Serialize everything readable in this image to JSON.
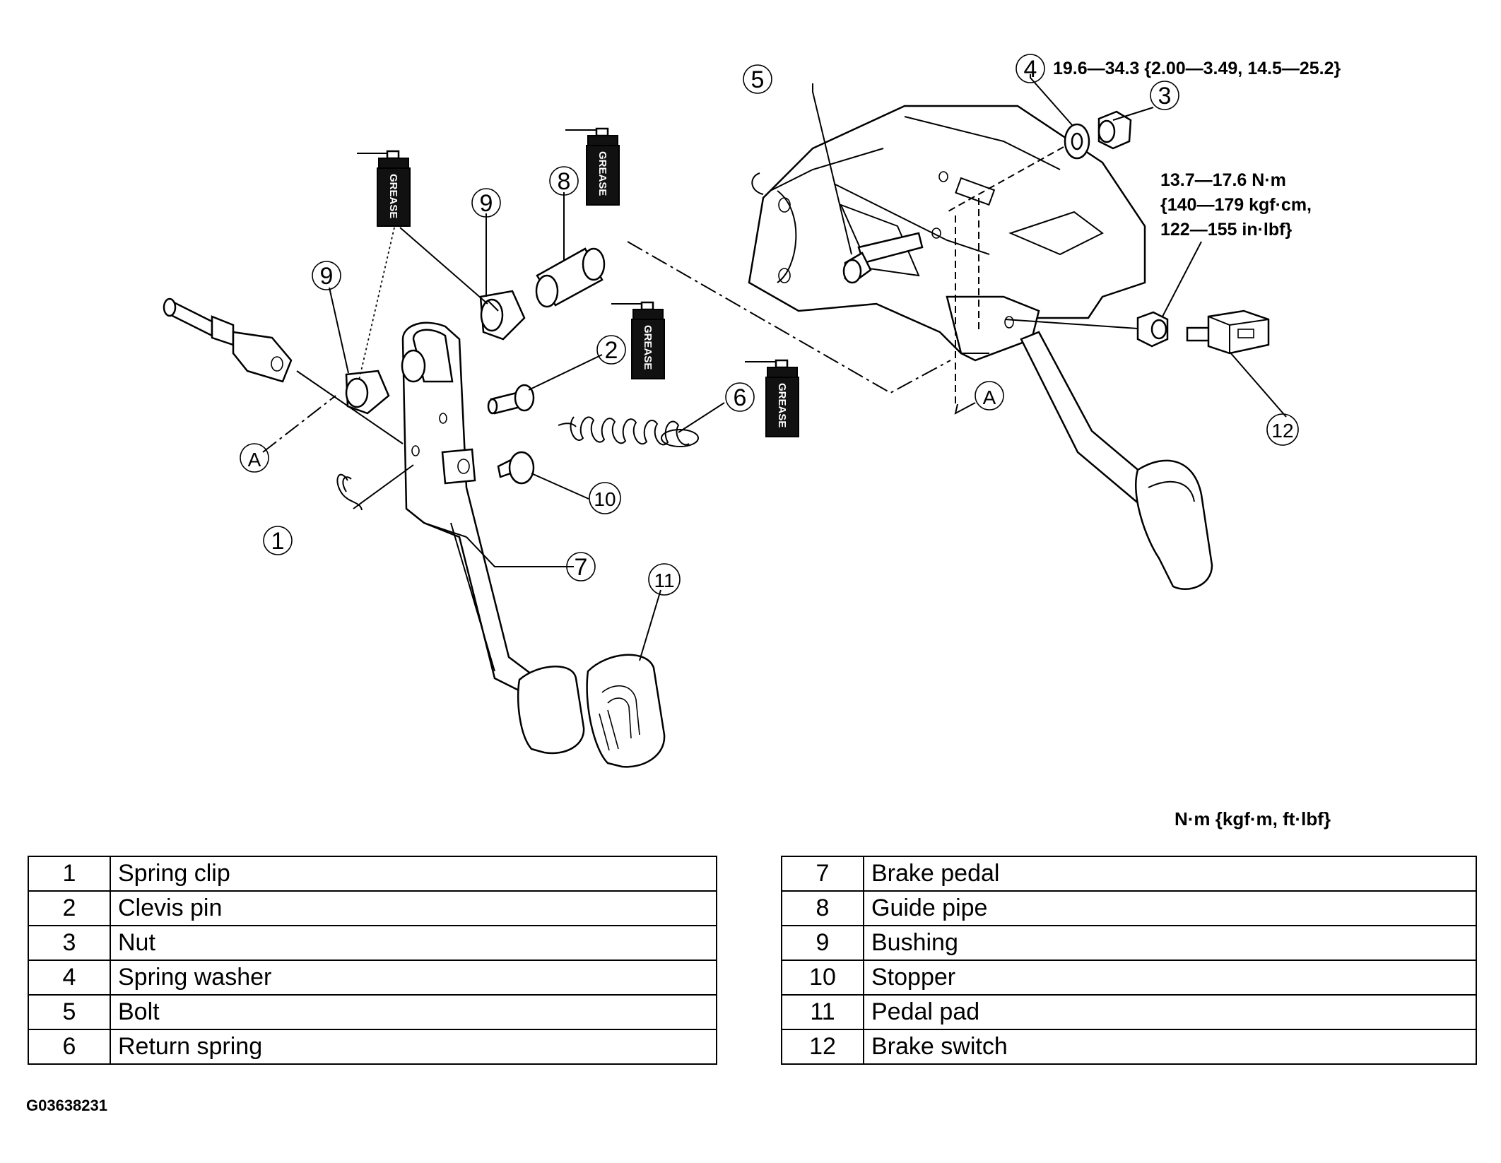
{
  "torque_specs": {
    "nut": "19.6—34.3 {2.00—3.49, 14.5—25.2}",
    "switch_nut_line1": "13.7—17.6 N·m",
    "switch_nut_line2": "{140—179 kgf·cm,",
    "switch_nut_line3": "122—155 in·lbf}"
  },
  "grease_label": "GREASE",
  "reference_marker": "A",
  "unit_note": "N·m {kgf·m, ft·lbf}",
  "figure_id": "G03638231",
  "callouts": [
    "1",
    "2",
    "3",
    "4",
    "5",
    "6",
    "7",
    "8",
    "9",
    "10",
    "11",
    "12"
  ],
  "parts_left": [
    {
      "num": "1",
      "name": "Spring clip"
    },
    {
      "num": "2",
      "name": "Clevis pin"
    },
    {
      "num": "3",
      "name": "Nut"
    },
    {
      "num": "4",
      "name": "Spring washer"
    },
    {
      "num": "5",
      "name": "Bolt"
    },
    {
      "num": "6",
      "name": "Return spring"
    }
  ],
  "parts_right": [
    {
      "num": "7",
      "name": "Brake pedal"
    },
    {
      "num": "8",
      "name": "Guide pipe"
    },
    {
      "num": "9",
      "name": "Bushing"
    },
    {
      "num": "10",
      "name": "Stopper"
    },
    {
      "num": "11",
      "name": "Pedal pad"
    },
    {
      "num": "12",
      "name": "Brake switch"
    }
  ]
}
